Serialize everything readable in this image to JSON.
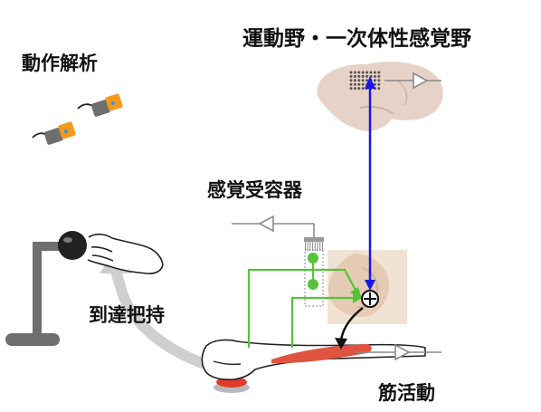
{
  "labels": {
    "cortex": "運動野・一次体性感覚野",
    "motion_analysis": "動作解析",
    "sensory_receptor": "感覚受容器",
    "reach_grasp": "到達把持",
    "muscle_activity": "筋活動"
  },
  "colors": {
    "feedback_green": "#56c23a",
    "cortical_blue": "#1717e6",
    "brain_tissue": "#e7d2c7",
    "spinal_tissue": "#f1e3d4",
    "reach_arrow_gray": "#cfcfcf",
    "muscle_red": "#e0533f",
    "button_red": "#e23b2a",
    "sensor_orange": "#f39a1d",
    "sensor_gray": "#6e6e6e",
    "electrode_gray": "#555555",
    "outline_gray": "#8a8a8a"
  },
  "icons": {
    "summing_junction": "circle-plus-icon",
    "motion_sensors": "imu-sensor-icon",
    "manipulandum": "joystick-handle-icon"
  }
}
